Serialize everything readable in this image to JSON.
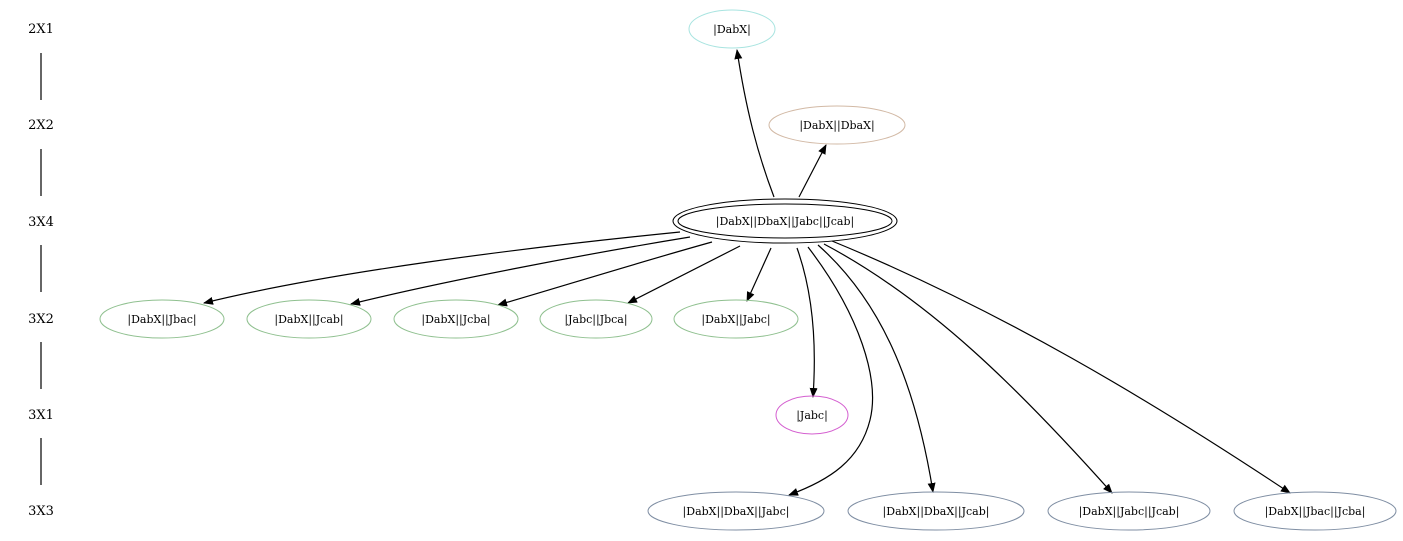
{
  "ranks": [
    {
      "id": "r1",
      "label": "2X1"
    },
    {
      "id": "r2",
      "label": "2X2"
    },
    {
      "id": "r3",
      "label": "3X4"
    },
    {
      "id": "r4",
      "label": "3X2"
    },
    {
      "id": "r5",
      "label": "3X1"
    },
    {
      "id": "r6",
      "label": "3X3"
    }
  ],
  "nodes": [
    {
      "id": "n_dabx",
      "label": "|DabX|",
      "color": "#a8e4e0"
    },
    {
      "id": "n_dabx_dbax",
      "label": "|DabX||DbaX|",
      "color": "#d2b9a5"
    },
    {
      "id": "n_center",
      "label": "|DabX||DbaX||Jabc||Jcab|",
      "color": "#000000"
    },
    {
      "id": "n_dabx_jbac",
      "label": "|DabX||Jbac|",
      "color": "#8fc08f"
    },
    {
      "id": "n_dabx_jcab",
      "label": "|DabX||Jcab|",
      "color": "#8fc08f"
    },
    {
      "id": "n_dabx_jcba",
      "label": "|DabX||Jcba|",
      "color": "#8fc08f"
    },
    {
      "id": "n_jabc_jbca",
      "label": "|Jabc||Jbca|",
      "color": "#8fc08f"
    },
    {
      "id": "n_dabx_jabc",
      "label": "|DabX||Jabc|",
      "color": "#8fc08f"
    },
    {
      "id": "n_jabc",
      "label": "|Jabc|",
      "color": "#d45fd0"
    },
    {
      "id": "n_dabx_dbax_jabc",
      "label": "|DabX||DbaX||Jabc|",
      "color": "#7f8ea3"
    },
    {
      "id": "n_dabx_dbax_jcab",
      "label": "|DabX||DbaX||Jcab|",
      "color": "#7f8ea3"
    },
    {
      "id": "n_dabx_jabc_jcab",
      "label": "|DabX||Jabc||Jcab|",
      "color": "#7f8ea3"
    },
    {
      "id": "n_dabx_jbac_jcba",
      "label": "|DabX||Jbac||Jcba|",
      "color": "#7f8ea3"
    }
  ],
  "edges": [
    {
      "from": "n_center",
      "to": "n_dabx"
    },
    {
      "from": "n_center",
      "to": "n_dabx_dbax"
    },
    {
      "from": "n_center",
      "to": "n_dabx_jbac"
    },
    {
      "from": "n_center",
      "to": "n_dabx_jcab"
    },
    {
      "from": "n_center",
      "to": "n_dabx_jcba"
    },
    {
      "from": "n_center",
      "to": "n_jabc_jbca"
    },
    {
      "from": "n_center",
      "to": "n_dabx_jabc"
    },
    {
      "from": "n_center",
      "to": "n_jabc"
    },
    {
      "from": "n_center",
      "to": "n_dabx_dbax_jabc"
    },
    {
      "from": "n_center",
      "to": "n_dabx_dbax_jcab"
    },
    {
      "from": "n_center",
      "to": "n_dabx_jabc_jcab"
    },
    {
      "from": "n_center",
      "to": "n_dabx_jbac_jcba"
    }
  ]
}
